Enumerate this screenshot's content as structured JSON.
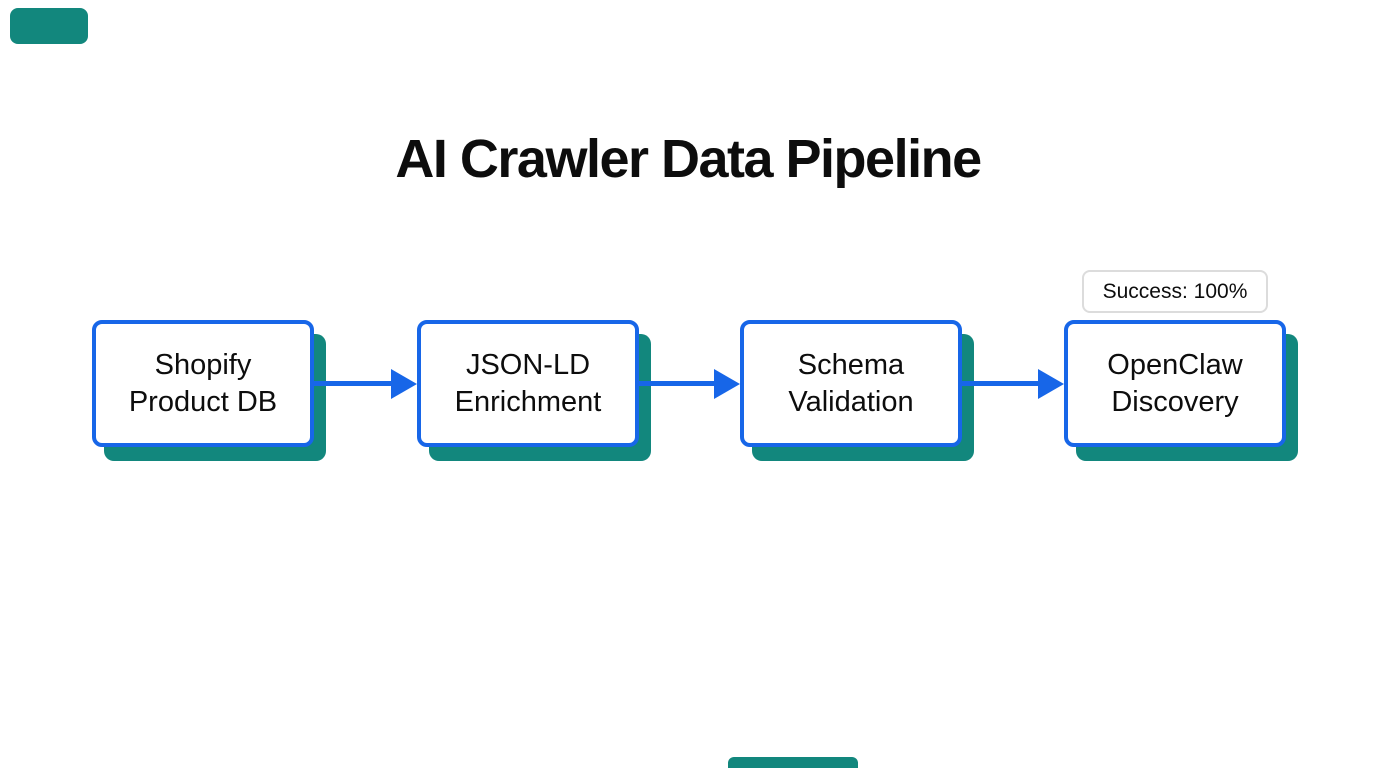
{
  "title": "AI Crawler Data Pipeline",
  "colors": {
    "background": "#FFFFFF",
    "node_border_blue": "#1766E8",
    "arrow_blue": "#1766E8",
    "shadow_teal": "#12877D",
    "text_black": "#0D0D0D",
    "badge_border_gray": "#DCDCDC"
  },
  "pipeline": {
    "nodes": [
      {
        "label": [
          "Shopify",
          "Product DB"
        ]
      },
      {
        "label": [
          "JSON-LD",
          "Enrichment"
        ]
      },
      {
        "label": [
          "Schema",
          "Validation"
        ]
      },
      {
        "label": [
          "OpenClaw",
          "Discovery"
        ]
      }
    ],
    "badge": {
      "label": "Success: 100%"
    }
  }
}
